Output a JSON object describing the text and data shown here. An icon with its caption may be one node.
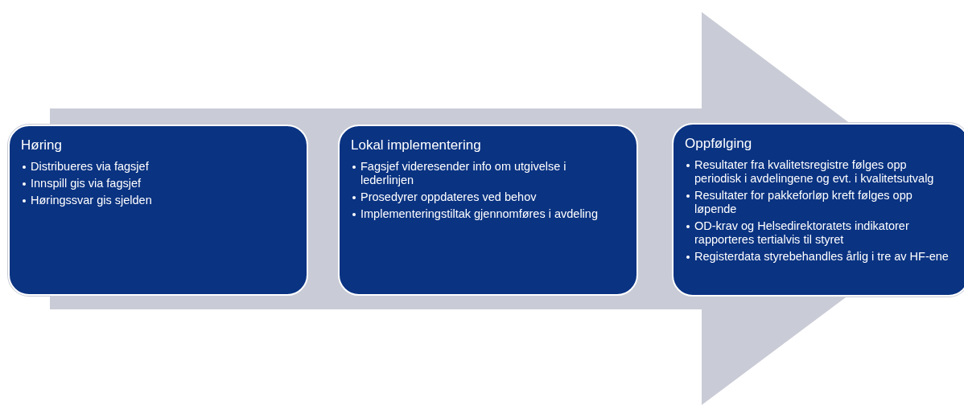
{
  "diagram": {
    "nodes": [
      {
        "text": [
          "Høring",
          "Distribueres via fagsjef",
          "Innspill gis via fagsjef",
          "Høringssvar gis sjelden"
        ]
      },
      {
        "text": [
          "Lokal implementering",
          "Fagsjef videresender info om utgivelse i lederlinjen",
          "Prosedyrer oppdateres ved behov",
          "Implementeringstiltak gjennomføres i avdeling"
        ]
      },
      {
        "text": [
          "Oppfølging",
          "Resultater fra kvalitetsregistre følges opp periodisk i avdelingene og evt. i kvalitetsutvalg",
          "Resultater for pakkeforløp kreft følges opp løpende",
          "OD-krav og Helsedirektoratets indikatorer rapporteres tertialvis til styret",
          "Registerdata styrebehandles årlig i tre av HF-ene"
        ]
      }
    ],
    "edges": [
      {
        "from": 0,
        "to": 2,
        "arrow": "to"
      }
    ]
  }
}
